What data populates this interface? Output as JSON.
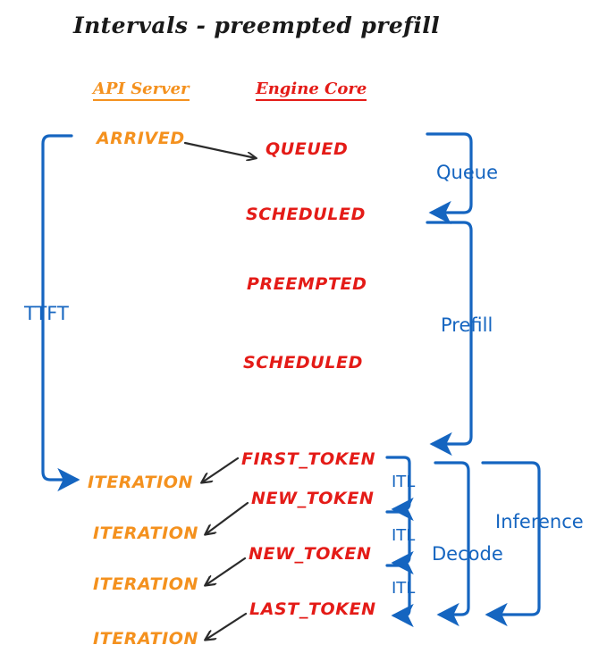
{
  "title": "Intervals - preempted prefill",
  "colors": {
    "api_server": "#F4911E",
    "engine_core": "#E41B17",
    "interval": "#1565C0",
    "arrow": "#2b2b2b",
    "background": "#FFFFFF"
  },
  "columns": [
    {
      "id": "api-server",
      "label": "API Server",
      "color": "#F4911E"
    },
    {
      "id": "engine-core",
      "label": "Engine Core",
      "color": "#E41B17"
    }
  ],
  "events": {
    "api_server": [
      {
        "id": "arrived",
        "label": "ARRIVED"
      },
      {
        "id": "iteration-1",
        "label": "ITERATION"
      },
      {
        "id": "iteration-2",
        "label": "ITERATION"
      },
      {
        "id": "iteration-3",
        "label": "ITERATION"
      },
      {
        "id": "iteration-4",
        "label": "ITERATION"
      }
    ],
    "engine_core": [
      {
        "id": "queued",
        "label": "QUEUED"
      },
      {
        "id": "scheduled-1",
        "label": "SCHEDULED"
      },
      {
        "id": "preempted",
        "label": "PREEMPTED"
      },
      {
        "id": "scheduled-2",
        "label": "SCHEDULED"
      },
      {
        "id": "first-token",
        "label": "FIRST_TOKEN"
      },
      {
        "id": "new-token-1",
        "label": "NEW_TOKEN"
      },
      {
        "id": "new-token-2",
        "label": "NEW_TOKEN"
      },
      {
        "id": "last-token",
        "label": "LAST_TOKEN"
      }
    ]
  },
  "intervals": [
    {
      "id": "ttft",
      "label": "TTFT",
      "side": "left"
    },
    {
      "id": "queue",
      "label": "Queue",
      "side": "right"
    },
    {
      "id": "prefill",
      "label": "Prefill",
      "side": "right"
    },
    {
      "id": "itl-1",
      "label": "ITL",
      "side": "right"
    },
    {
      "id": "itl-2",
      "label": "ITL",
      "side": "right"
    },
    {
      "id": "itl-3",
      "label": "ITL",
      "side": "right"
    },
    {
      "id": "decode",
      "label": "Decode",
      "side": "right"
    },
    {
      "id": "inference",
      "label": "Inference",
      "side": "right"
    }
  ]
}
